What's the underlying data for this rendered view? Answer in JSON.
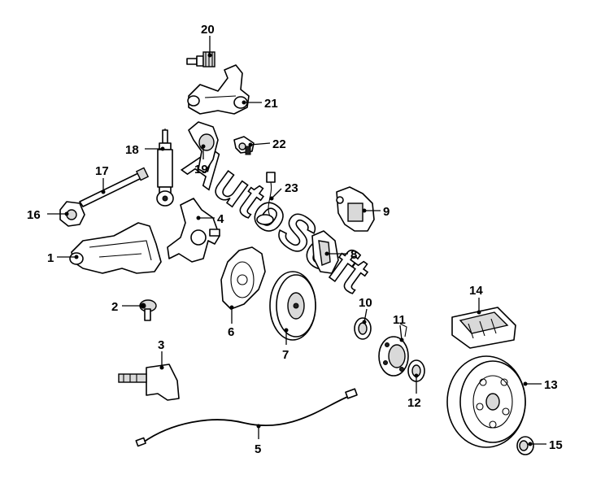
{
  "watermark": "AutoSoft",
  "callouts": {
    "c1": "1",
    "c2": "2",
    "c3": "3",
    "c4": "4",
    "c5": "5",
    "c6": "6",
    "c7": "7",
    "c8": "8",
    "c9": "9",
    "c10": "10",
    "c11": "11",
    "c12": "12",
    "c13": "13",
    "c14": "14",
    "c15": "15",
    "c16": "16",
    "c17": "17",
    "c18": "18",
    "c19": "19",
    "c20": "20",
    "c21": "21",
    "c22": "22",
    "c23": "23"
  },
  "colors": {
    "line": "#000000",
    "background": "#ffffff",
    "shade": "#d9d9d9"
  }
}
